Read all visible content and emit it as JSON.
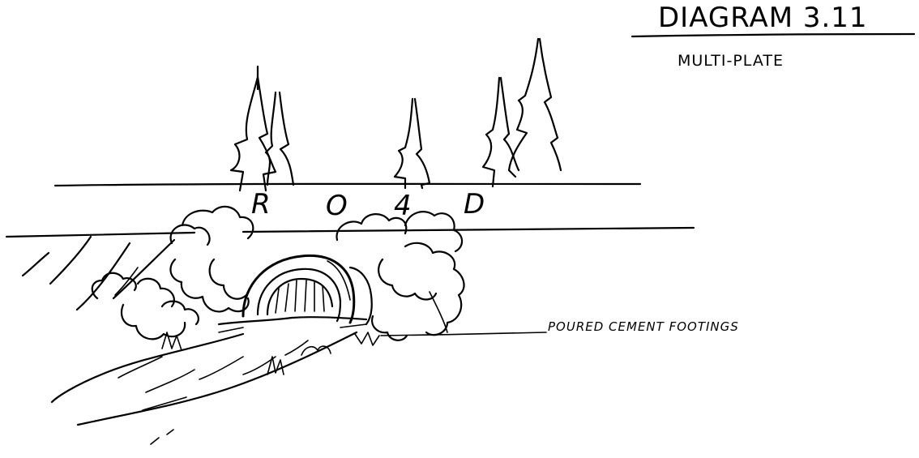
{
  "diagram": {
    "title": "DIAGRAM 3.11",
    "subtitle": "MULTI-PLATE",
    "road_letters": [
      "R",
      "O",
      "4",
      "D"
    ],
    "callout": "POURED CEMENT FOOTINGS"
  }
}
